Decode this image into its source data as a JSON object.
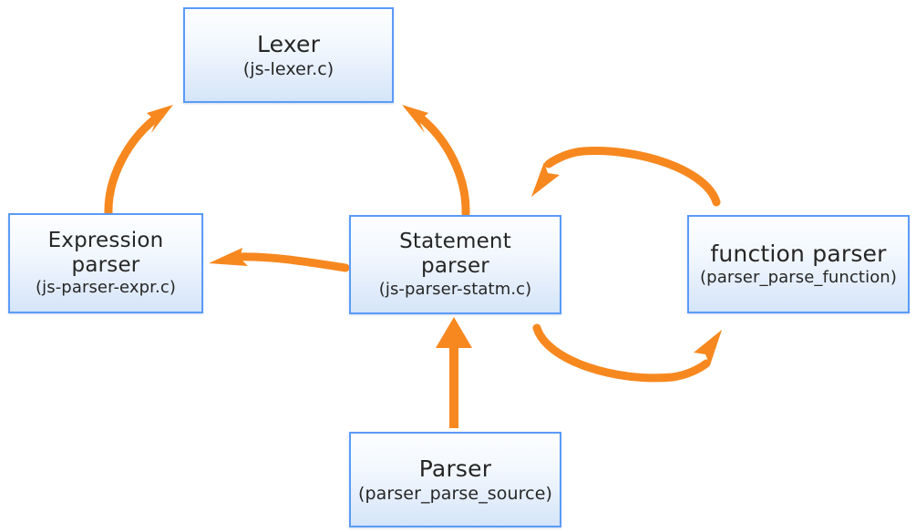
{
  "diagram": {
    "type": "flow-diagram",
    "accent_color": "#f7881f",
    "node_border_color": "#5b9bf8",
    "node_fill_top": "#fdfeff",
    "node_fill_bottom": "#d5e5f9",
    "text_color": "#262626",
    "background": "#ffffff"
  },
  "nodes": [
    {
      "id": "lexer",
      "title": "Lexer",
      "subtitle": "(js-lexer.c)"
    },
    {
      "id": "expression-parser",
      "title": "Expression\nparser",
      "subtitle": "(js-parser-expr.c)"
    },
    {
      "id": "statement-parser",
      "title": "Statement\nparser",
      "subtitle": "(js-parser-statm.c)"
    },
    {
      "id": "function-parser",
      "title": "function parser",
      "subtitle": "(parser_parse_function)"
    },
    {
      "id": "parser",
      "title": "Parser",
      "subtitle": "(parser_parse_source)"
    }
  ],
  "arrows": [
    {
      "id": "expression-to-lexer",
      "from": "expression-parser",
      "to": "lexer",
      "style": "curved",
      "direction": "up-right"
    },
    {
      "id": "statement-to-lexer",
      "from": "statement-parser",
      "to": "lexer",
      "style": "curved",
      "direction": "up-left"
    },
    {
      "id": "statement-to-expression",
      "from": "statement-parser",
      "to": "expression-parser",
      "style": "straight",
      "direction": "left"
    },
    {
      "id": "function-to-statement",
      "from": "function-parser",
      "to": "statement-parser",
      "style": "arc",
      "direction": "left"
    },
    {
      "id": "statement-to-function",
      "from": "statement-parser",
      "to": "function-parser",
      "style": "arc",
      "direction": "right"
    },
    {
      "id": "parser-to-statement",
      "from": "parser",
      "to": "statement-parser",
      "style": "straight",
      "direction": "up"
    }
  ]
}
